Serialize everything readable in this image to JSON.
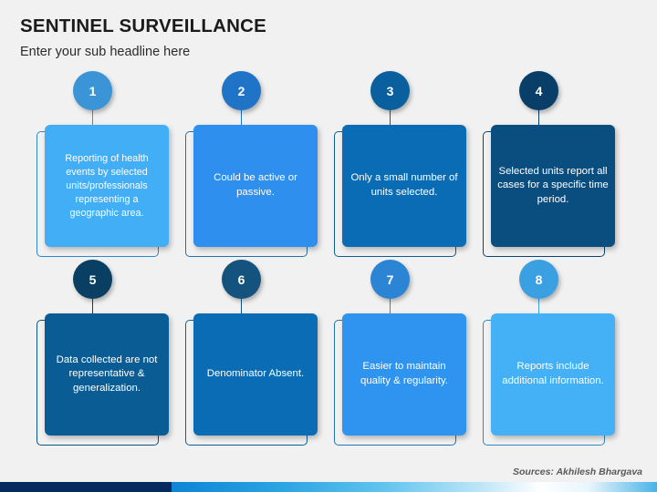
{
  "header": {
    "title": "SENTINEL SURVEILLANCE",
    "subtitle": "Enter your sub headline here"
  },
  "footer": {
    "source": "Sources: Akhilesh Bhargava"
  },
  "colors": {
    "background": "#f1f1f1",
    "outline": "#1b6aa8",
    "bar_navy": "#062a5e",
    "bar_blue": "#0d84d6",
    "text_on_card": "#ffffff"
  },
  "cards": [
    {
      "number": "1",
      "text": "Reporting of health events by selected units/professionals representing a geographic area.",
      "fill": "#42aef5",
      "badge": "#3a94d6",
      "outline": "#2f86c8",
      "connector": "#3a94d6",
      "size": "small"
    },
    {
      "number": "2",
      "text": "Could be active or passive.",
      "fill": "#2e8fee",
      "badge": "#1f74c8",
      "outline": "#236fae",
      "connector": "#1f74c8",
      "size": "normal"
    },
    {
      "number": "3",
      "text": "Only a small number of units selected.",
      "fill": "#0a6cb4",
      "badge": "#0a5f9e",
      "outline": "#0d5e97",
      "connector": "#0a5f9e",
      "size": "normal"
    },
    {
      "number": "4",
      "text": "Selected units report all cases for a specific time period.",
      "fill": "#0a4d7f",
      "badge": "#083e67",
      "outline": "#0a4675",
      "connector": "#083e67",
      "size": "normal"
    },
    {
      "number": "5",
      "text": "Data collected are not representative & generalization.",
      "fill": "#0a5c94",
      "badge": "#093f63",
      "outline": "#0b5383",
      "connector": "#093f63",
      "size": "normal"
    },
    {
      "number": "6",
      "text": "Denominator Absent.",
      "fill": "#0a6cb4",
      "badge": "#15537f",
      "outline": "#0d5e97",
      "connector": "#15537f",
      "size": "normal"
    },
    {
      "number": "7",
      "text": "Easier to maintain quality & regularity.",
      "fill": "#2e94f0",
      "badge": "#2b84d4",
      "outline": "#2472b0",
      "connector": "#2b84d4",
      "size": "normal"
    },
    {
      "number": "8",
      "text": "Reports include additional information.",
      "fill": "#44b0f5",
      "badge": "#3ba0e2",
      "outline": "#2f8ac4",
      "connector": "#3ba0e2",
      "size": "normal"
    }
  ]
}
